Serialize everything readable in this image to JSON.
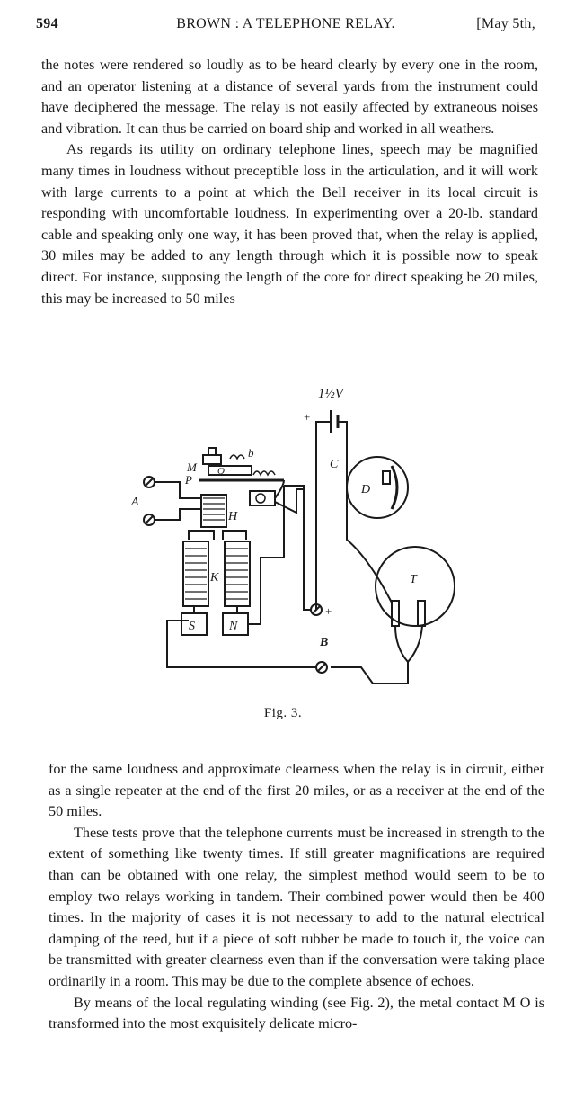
{
  "header": {
    "page_number": "594",
    "title": "BROWN : A TELEPHONE RELAY.",
    "date": "[May 5th,"
  },
  "paragraphs_top": [
    "the notes were rendered so loudly as to be heard clearly by every one in the room, and an operator listening at a distance of several yards from the instrument could have deciphered the message. The relay is not easily affected by extraneous noises and vibration. It can thus be carried on board ship and worked in all weathers.",
    "As regards its utility on ordinary telephone lines, speech may be magnified many times in loudness without preceptible loss in the articulation, and it will work with large currents to a point at which the Bell receiver in its local circuit is responding with uncomfortable loudness. In experimenting over a 20-lb. standard cable and speaking only one way, it has been proved that, when the relay is applied, 30 miles may be added to any length through which it is possible now to speak direct. For instance, supposing the length of the core for direct speaking be 20 miles, this may be increased to 50 miles"
  ],
  "figure": {
    "caption": "Fig. 3.",
    "labels": {
      "voltage": "1½V",
      "plus_top": "+",
      "M": "M",
      "O": "O",
      "b": "b",
      "P": "P",
      "A": "A",
      "H": "H",
      "K": "K",
      "S": "S",
      "N": "N",
      "C": "C",
      "D": "D",
      "T": "T",
      "B": "B",
      "plus_bottom": "+"
    }
  },
  "paragraphs_bottom": [
    "for the same loudness and approximate clearness when the relay is in circuit, either as a single repeater at the end of the first 20 miles, or as a receiver at the end of the 50 miles.",
    "These tests prove that the telephone currents must be increased in strength to the extent of something like twenty times. If still greater magnifications are required than can be obtained with one relay, the simplest method would seem to be to employ two relays working in tandem. Their combined power would then be 400 times. In the majority of cases it is not necessary to add to the natural electrical damping of the reed, but if a piece of soft rubber be made to touch it, the voice can be transmitted with greater clearness even than if the conversation were taking place ordinarily in a room. This may be due to the complete absence of echoes.",
    "By means of the local regulating winding (see Fig. 2), the metal contact M O is transformed into the most exquisitely delicate micro-"
  ]
}
